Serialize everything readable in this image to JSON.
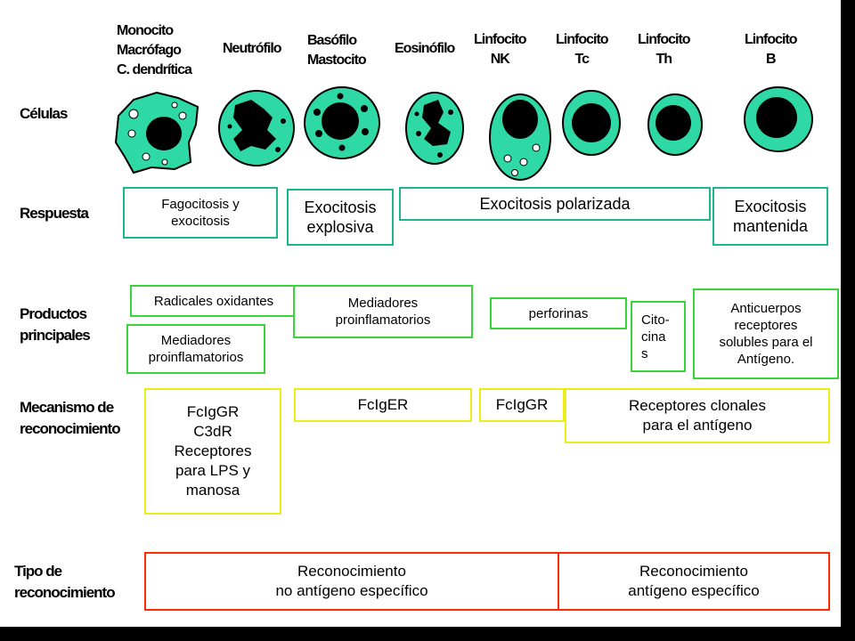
{
  "headers": {
    "monocito": "Monocito\nMacrófago\nC. dendrítica",
    "neutrofilo": "Neutrófilo",
    "basofilo": "Basófilo\nMastocito",
    "eosinofilo": "Eosinófilo",
    "nk": "Linfocito\nNK",
    "tc": "Linfocito\nTc",
    "th": "Linfocito\nTh",
    "b": "Linfocito\nB"
  },
  "rows": {
    "celulas": "Células",
    "respuesta": "Respuesta",
    "productos": "Productos\nprincipales",
    "mecanismo": "Mecanismo de\nreconocimiento",
    "tipo": "Tipo de\nreconocimiento"
  },
  "respuesta": {
    "fagocitosis": "Fagocitosis y\nexocitosis",
    "explosiva": "Exocitosis\nexplosiva",
    "polarizada": "Exocitosis polarizada",
    "mantenida": "Exocitosis\nmantenida"
  },
  "productos": {
    "radicales": "Radicales oxidantes",
    "mediadores1": "Mediadores\nproinflamatorios",
    "mediadores2": "Mediadores\nproinflamatorios",
    "perforinas": "perforinas",
    "citocinas": "Cito-\ncina\ns",
    "anticuerpos": "Anticuerpos\nreceptores\nsolubles para el\nAntígeno."
  },
  "mecanismo": {
    "fcigr_c3dr": "FcIgGR\nC3dR\nReceptores\npara LPS y\nmanosa",
    "fcige": "FcIgER",
    "fcig": "FcIgGR",
    "clonales": "Receptores clonales\npara el antígeno"
  },
  "tipo": {
    "no_especifico": "Reconocimiento\nno antígeno específico",
    "especifico": "Reconocimiento\nantígeno específico"
  },
  "colors": {
    "cell": "#2fd9a6",
    "nucleus": "#000000",
    "respuesta_border": "#1fb590",
    "productos_border": "#39d639",
    "mecanismo_border": "#ecec1a",
    "tipo_border": "#ff2a00"
  }
}
